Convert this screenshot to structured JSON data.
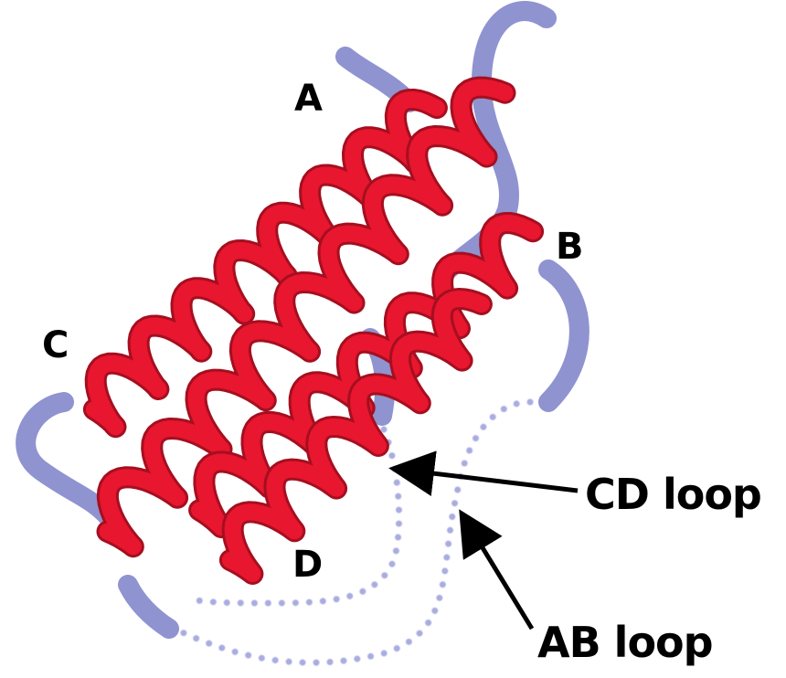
{
  "helices": {
    "a": "A",
    "b": "B",
    "c": "C",
    "d": "D"
  },
  "loops": {
    "cd": "CD loop",
    "ab": "AB loop"
  },
  "colors": {
    "helix": "#e8162e",
    "coil": "#8f93d0",
    "loop_dots": "#a9acdf",
    "text": "#000000"
  }
}
